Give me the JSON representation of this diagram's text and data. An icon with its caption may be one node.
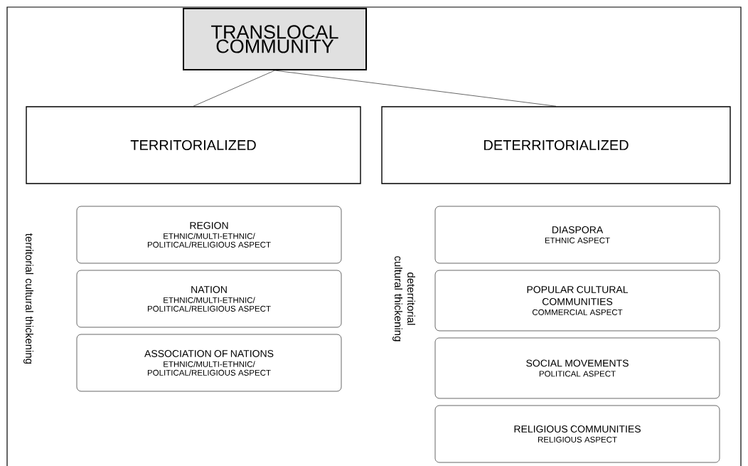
{
  "diagram": {
    "nodes": [
      {
        "text": [
          "TRANSLOCAL COMMUNITY"
        ]
      },
      {
        "text": [
          "TERRITORIALIZED"
        ]
      },
      {
        "text": [
          "DETERRITORIALIZED"
        ]
      },
      {
        "text": [
          "REGION",
          "ETHNIC/MULTI-ETHNIC/ POLITICAL/RELIGIOUS ASPECT"
        ]
      },
      {
        "text": [
          "NATION",
          "ETHNIC/MULTI-ETHNIC/ POLITICAL/RELIGIOUS ASPECT"
        ]
      },
      {
        "text": [
          "ASSOCIATION OF NATIONS",
          "ETHNIC/MULTI-ETHNIC/ POLITICAL/RELIGIOUS ASPECT"
        ]
      },
      {
        "text": [
          "DIASPORA",
          "ETHNIC ASPECT"
        ]
      },
      {
        "text": [
          "POPULAR CULTURAL COMMUNITIES",
          "COMMERCIAL ASPECT"
        ]
      },
      {
        "text": [
          "SOCIAL MOVEMENTS",
          "POLITICAL ASPECT"
        ]
      },
      {
        "text": [
          "RELIGIOUS COMMUNITIES",
          "RELIGIOUS ASPECT"
        ]
      }
    ],
    "edges": [
      {
        "from": 0,
        "to": 1,
        "arrow": "none"
      },
      {
        "from": 0,
        "to": 2,
        "arrow": "none"
      }
    ],
    "labels": [
      "territorial cultural thickening",
      "deterritorial cultural thickening"
    ]
  }
}
